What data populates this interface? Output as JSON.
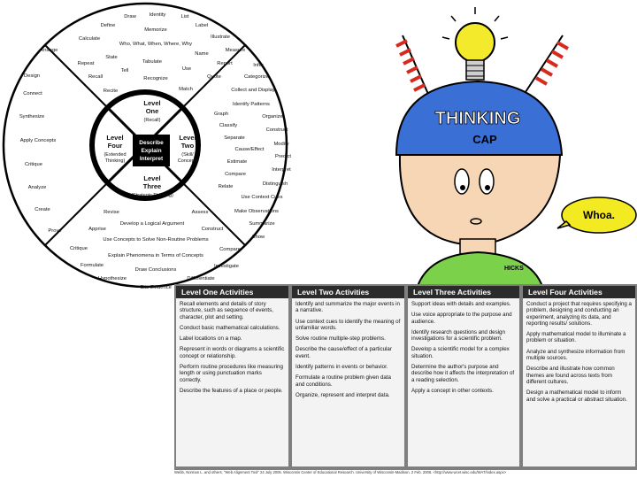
{
  "wheel": {
    "center": [
      "Describe",
      "Explain",
      "Interpret"
    ],
    "levels": {
      "one": [
        "Level",
        "One",
        "(Recall)"
      ],
      "two": [
        "Level",
        "Two",
        "(Skill/",
        "Concept)"
      ],
      "three": [
        "Level",
        "Three",
        "(Strategic Thinking)"
      ],
      "four": [
        "Level",
        "Four",
        "(Extended",
        "Thinking)"
      ]
    },
    "verbs": {
      "top": [
        "Draw",
        "Identity",
        "List",
        "Define",
        "Memorize",
        "Label",
        "Calculate",
        "Illustrate",
        "Who, What, When, Where, Why",
        "Arrange",
        "Name",
        "Measure",
        "State",
        "Tabulate",
        "Repeat",
        "Tell",
        "Use",
        "Report",
        "Recall",
        "Recognize",
        "Quote",
        "Recite",
        "Match"
      ],
      "right": [
        "Infer",
        "Categorize",
        "Collect and Display",
        "Identify Patterns",
        "Graph",
        "Organize",
        "Classify",
        "Construct",
        "Separate",
        "Modify",
        "Cause/Effect",
        "Predict",
        "Estimate",
        "Interpret",
        "Compare",
        "Distinguish",
        "Relate",
        "Use Context Cues",
        "Make Observations",
        "Summarize",
        "Show"
      ],
      "bottom": [
        "Revise",
        "Assess",
        "Develop a Logical Argument",
        "Apprise",
        "Construct",
        "Use Concepts to Solve Non-Routine Problems",
        "Critique",
        "Compare",
        "Explain Phenomena in Terms of Concepts",
        "Formulate",
        "Investigate",
        "Draw Conclusions",
        "Hypothesize",
        "Differentiate",
        "Cite Evidence"
      ],
      "left": [
        "Design",
        "Connect",
        "Synthesize",
        "Apply Concepts",
        "Critique",
        "Analyze",
        "Create",
        "Prove"
      ]
    }
  },
  "cartoon": {
    "cap_text_1": "THINKING",
    "cap_text_2": "CAP",
    "speech": "Whoa.",
    "signature": "HICKS"
  },
  "table": {
    "columns": [
      {
        "header": "Level One Activities",
        "items": [
          "Recall elements and details of story structure, such as sequence of events, character, plot and setting.",
          "Conduct basic mathematical calculations.",
          "Label locations on a map.",
          "Represent in words or diagrams a scientific concept or relationship.",
          "Perform routine procedures like measuring length or using punctuation marks correctly.",
          "Describe the features of a place or people."
        ]
      },
      {
        "header": "Level Two Activities",
        "items": [
          "Identify and summarize the major events in a narrative.",
          "Use context cues to identify the meaning of unfamiliar words.",
          "Solve routine multiple-step problems.",
          "Describe the cause/effect of a particular event.",
          "Identify patterns in events or behavior.",
          "Formulate a routine problem given data and conditions.",
          "Organize, represent and interpret data."
        ]
      },
      {
        "header": "Level Three Activities",
        "items": [
          "Support ideas with details and examples.",
          "Use voice appropriate to the purpose and audience.",
          "Identify research questions and design investigations for a scientific problem.",
          "Develop a scientific model for a complex situation.",
          "Determine the author's purpose and describe how it affects the interpretation of a reading selection.",
          "Apply a concept in other contexts."
        ]
      },
      {
        "header": "Level Four Activities",
        "items": [
          "Conduct a project that requires specifying a problem, designing and conducting an experiment, analyzing its data, and reporting results/ solutions.",
          "Apply mathematical model to illuminate a problem or situation.",
          "Analyze and synthesize information from multiple sources.",
          "Describe and illustrate how common themes are found across texts from different cultures.",
          "Design a mathematical model to inform and solve a practical or abstract situation."
        ]
      }
    ]
  },
  "footnote": "Webb, Norman L. and others. \"Web Alignment Tool\" 24 July 2005. Wisconsin Center of Educational Research. University of Wisconsin-Madison. 2 Feb. 2006. <http://www.wcer.wisc.edu/WAT/index.aspx>"
}
